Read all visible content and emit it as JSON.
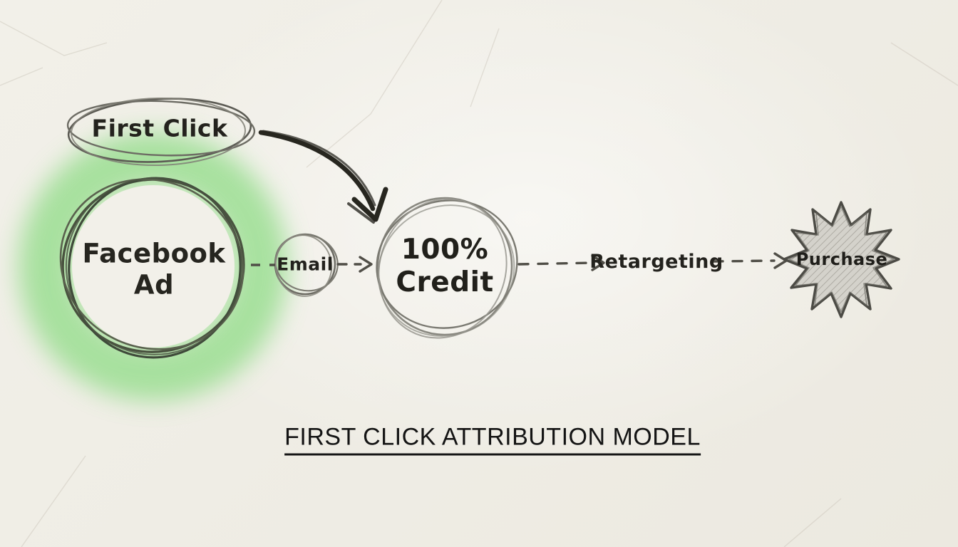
{
  "title": "FIRST CLICK ATTRIBUTION MODEL",
  "nodes": {
    "first_click": {
      "label": "First Click"
    },
    "facebook_ad": {
      "line1": "Facebook",
      "line2": "Ad"
    },
    "email": {
      "label": "Email"
    },
    "credit": {
      "line1": "100%",
      "line2": "Credit"
    },
    "retargeting": {
      "label": "Retargeting"
    },
    "purchase": {
      "label": "Purchase"
    }
  },
  "colors": {
    "paper": "#f0eee6",
    "ink": "#23221d",
    "sketch_gray": "#7d7c74",
    "sketch_dark_green": "#46513f",
    "highlight_green": "#8fdc86",
    "star_fill": "#d4d2cb",
    "arrow_black": "#27261f"
  }
}
